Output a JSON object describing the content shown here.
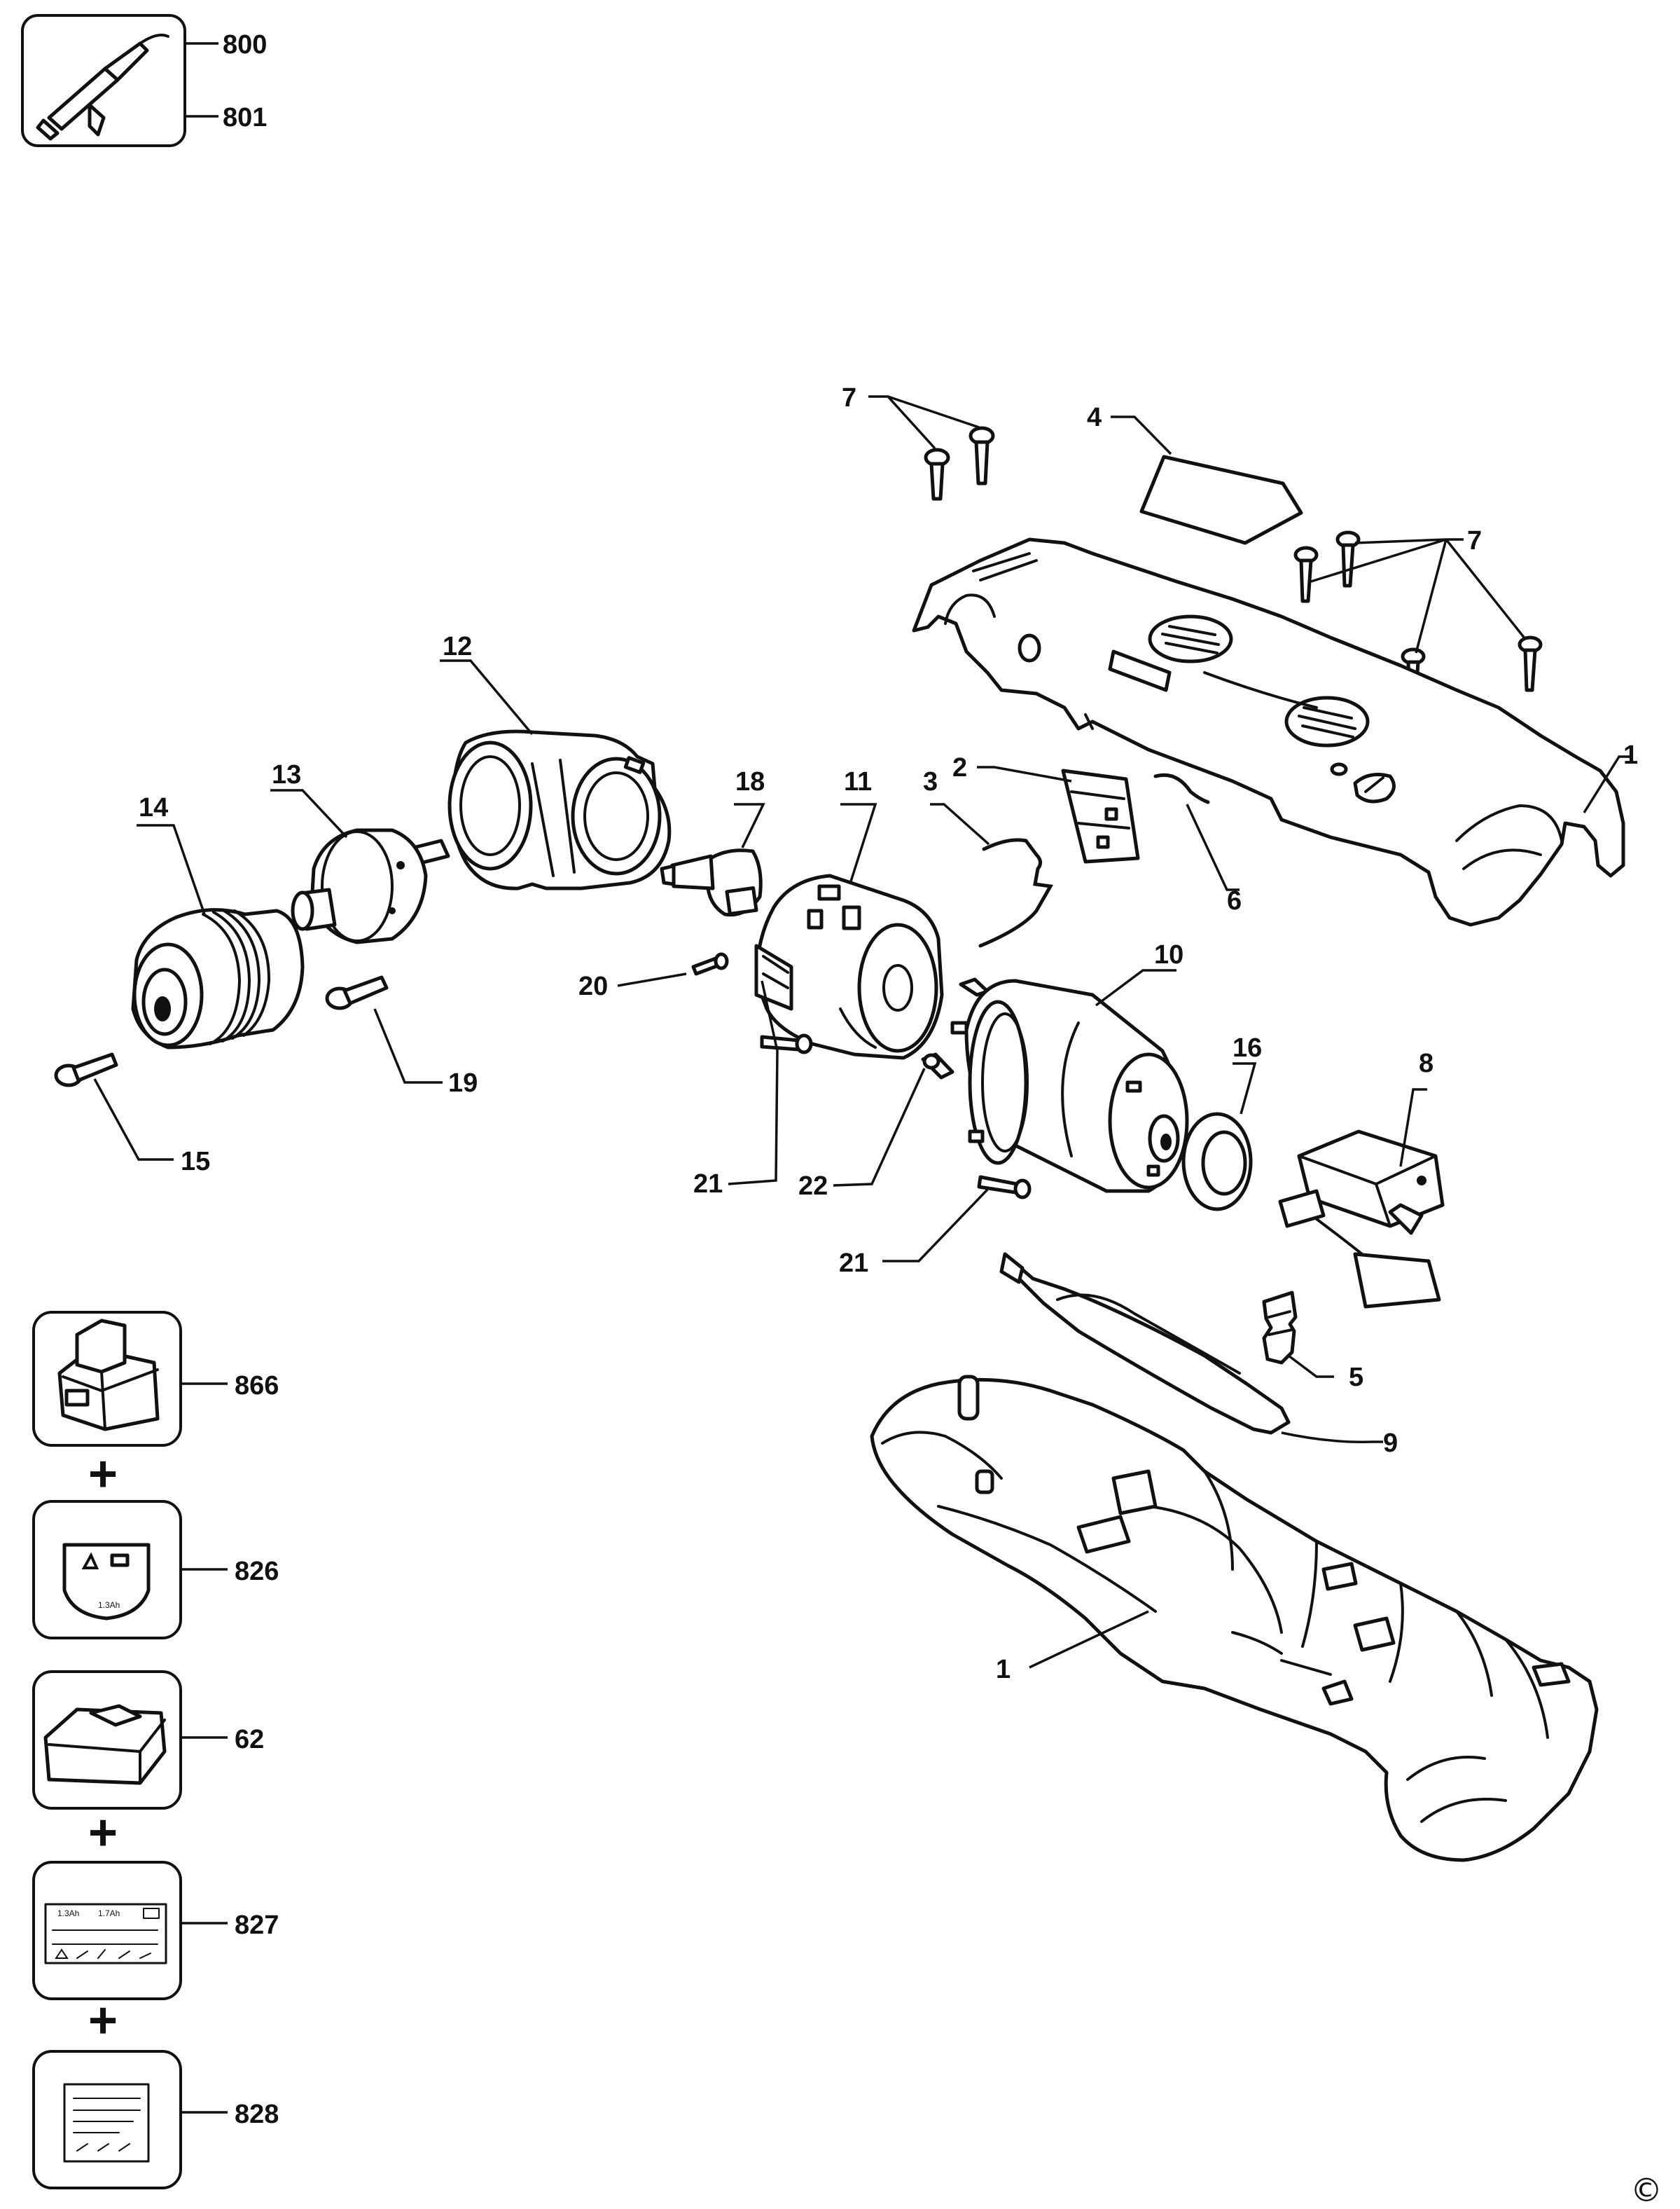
{
  "callouts": {
    "c800": "800",
    "c801": "801",
    "c7a": "7",
    "c4": "4",
    "c7b": "7",
    "c1top": "1",
    "c12": "12",
    "c13": "13",
    "c14": "14",
    "c18": "18",
    "c11": "11",
    "c3": "3",
    "c2": "2",
    "c6": "6",
    "c20": "20",
    "c19": "19",
    "c15": "15",
    "c10": "10",
    "c16": "16",
    "c8": "8",
    "c21a": "21",
    "c22": "22",
    "c21b": "21",
    "c5": "5",
    "c9": "9",
    "c1bottom": "1",
    "c866": "866",
    "c826": "826",
    "c62": "62",
    "c827": "827",
    "c828": "828"
  },
  "plus_signs": [
    "+",
    "+",
    "+",
    "+"
  ],
  "copyright": "©",
  "label_826_text": "1.3Ah",
  "label_827_text": [
    "1.3Ah",
    "1.7Ah"
  ]
}
